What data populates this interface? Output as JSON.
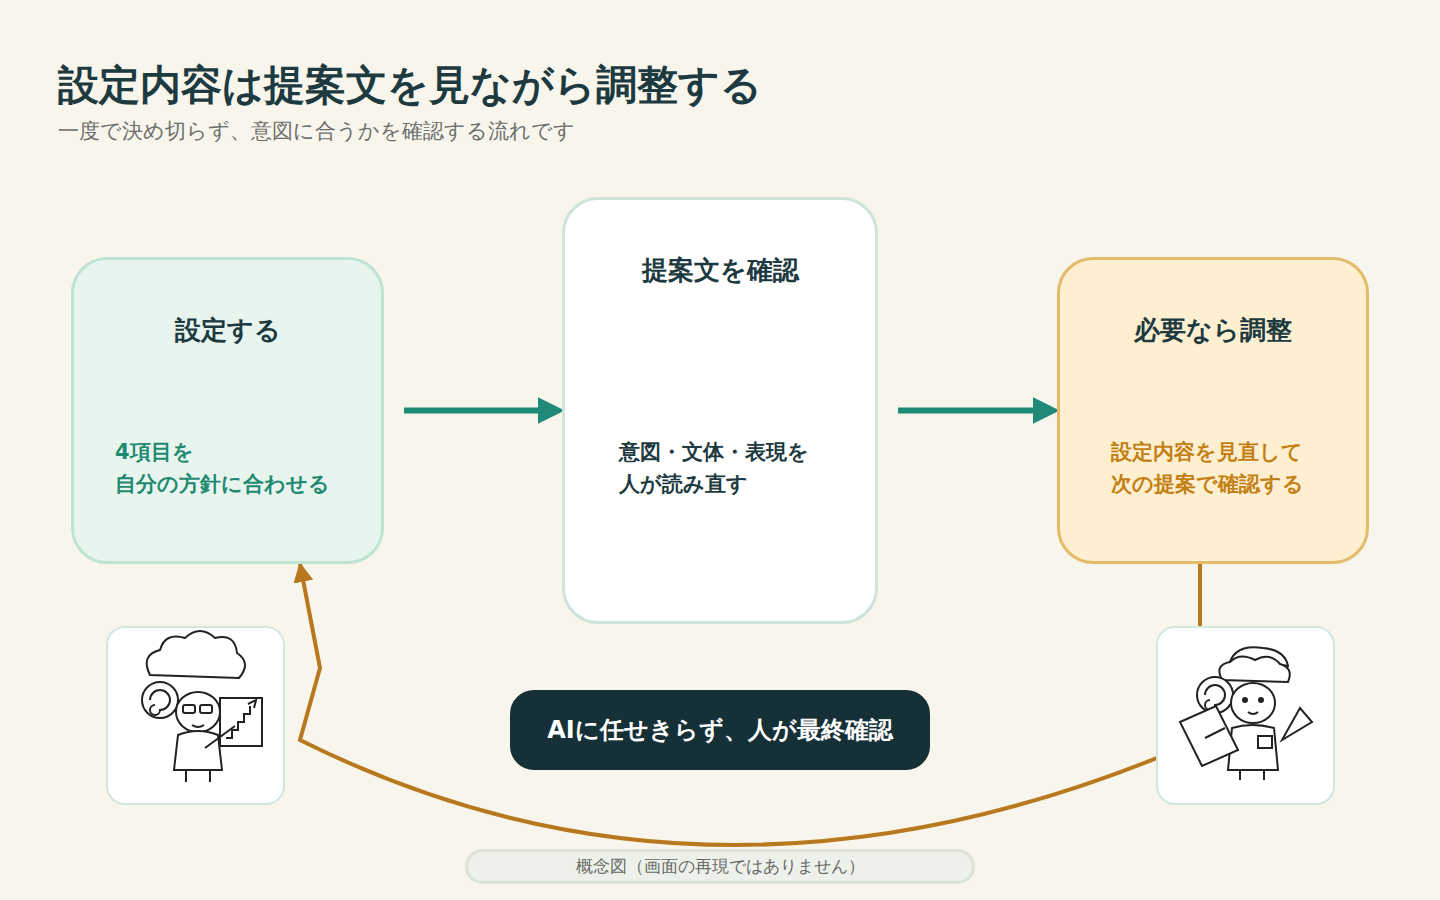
{
  "diagram": {
    "title": "設定内容は提案文を見ながら調整する",
    "nodes": [
      {
        "text": [
          "設定する",
          "4項目を 自分の方針に合わせる"
        ]
      },
      {
        "text": [
          "提案文を確認",
          "意図・文体・表現を 人が読み直す"
        ]
      },
      {
        "text": [
          "必要なら調整",
          "設定内容を見直して 次の提案で確認する"
        ]
      },
      {
        "text": [
          "AIに任せきらず、人が最終確認"
        ]
      },
      {
        "text": [
          "概念図（画面の再現ではありません）"
        ]
      }
    ],
    "edges": [
      {
        "from": 0,
        "to": 1,
        "arrow": "to"
      },
      {
        "from": 1,
        "to": 2,
        "arrow": "to"
      },
      {
        "from": 2,
        "to": 0,
        "arrow": "to"
      }
    ],
    "labels": [
      "一度で決め切らず、意図に合うかを確認する流れです"
    ]
  }
}
